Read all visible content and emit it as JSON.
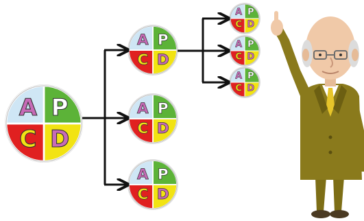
{
  "diagram": {
    "letters": {
      "a": "A",
      "p": "P",
      "c": "C",
      "d": "D"
    },
    "colors": {
      "a": "#cfe6f5",
      "p": "#5cb338",
      "c": "#e02020",
      "d": "#f2e313",
      "a_glyph": "#c76ab7",
      "p_glyph": "#ffffff",
      "c_glyph": "#f2e313",
      "d_glyph": "#c76ab7",
      "arrow": "#111111"
    },
    "structure": "one PDCA wheel branching to three PDCA wheels; the top wheel branches to three smaller PDCA wheels",
    "figure": {
      "description": "cartoon elderly man in olive suit pointing upward",
      "suit": "#8a7a1c",
      "tie": "#e7c52a",
      "skin": "#f0c9a8",
      "hair": "#dcdcdc"
    }
  }
}
